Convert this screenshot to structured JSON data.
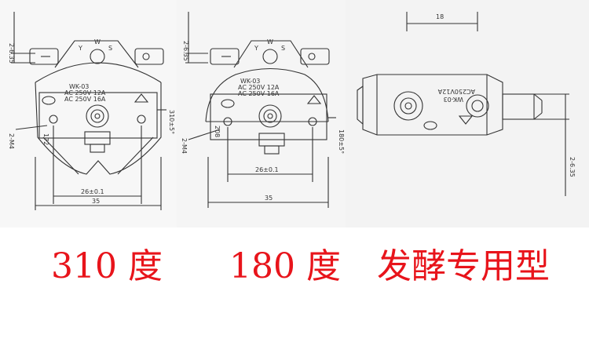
{
  "diagram_left": {
    "model": "WK-03",
    "rating_line1": "AC 250V 12A",
    "rating_line2": "AC 250V 16A",
    "angle_label": "310±5°",
    "dim_terminal": "2-6.35",
    "dim_mount": "2-M4",
    "dim_small": "172",
    "dim_hole_spacing": "26±0.1",
    "dim_width": "35",
    "arc_letters": [
      "Y",
      "W",
      "S"
    ],
    "caption": "310 度"
  },
  "diagram_middle": {
    "model": "WK-03",
    "rating_line1": "AC 250V 12A",
    "rating_line2": "AC 250V 16A",
    "angle_label": "180±5°",
    "dim_terminal": "2-6.35",
    "dim_mount": "2-M4",
    "dim_small": "208",
    "dim_hole_spacing": "26±0.1",
    "dim_width": "35",
    "arc_letters": [
      "Y",
      "W",
      "S"
    ],
    "caption": "180 度"
  },
  "diagram_right": {
    "model": "WK-03",
    "rating": "AC250V12A",
    "dim_top": "18",
    "dim_terminal": "2-6.35",
    "caption": "发酵专用型"
  },
  "colors": {
    "caption": "#e8141b",
    "line": "#333333",
    "background_panel": "#f4f4f4"
  }
}
